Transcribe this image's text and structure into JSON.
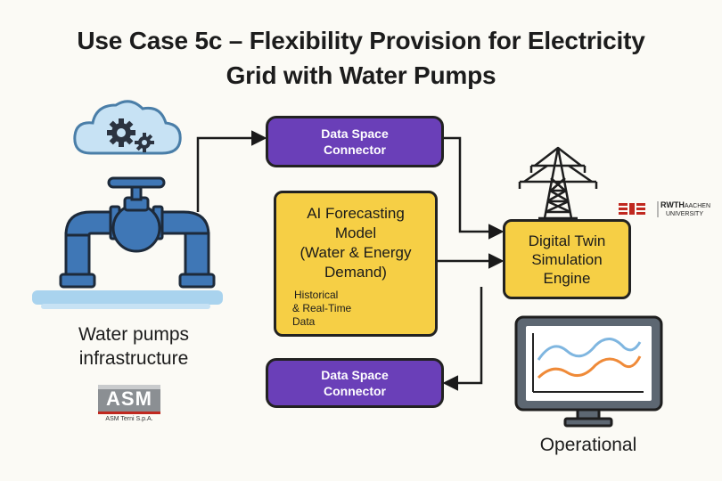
{
  "title_line1": "Use Case 5c – Flexibility Provision for Electricity",
  "title_line2": "Grid with Water Pumps",
  "connector_top": {
    "line1": "Data Space",
    "line2": "Connector"
  },
  "connector_bottom": {
    "line1": "Data Space",
    "line2": "Connector"
  },
  "ai_model": {
    "line1": "AI Forecasting",
    "line2": "Model",
    "line3": "(Water & Energy",
    "line4": "Demand)",
    "note1": "Historical",
    "note2": "& Real-Time",
    "note3": "Data"
  },
  "digital_twin": {
    "line1": "Digital Twin",
    "line2": "Simulation",
    "line3": "Engine"
  },
  "water_label": {
    "line1": "Water pumps",
    "line2": "infrastructure"
  },
  "operational_label": "Operational",
  "asm_logo": {
    "mark": "ASM",
    "caption": "ASM Terni S.p.A."
  },
  "rwth_logo": {
    "mark": "RWTH",
    "suffix": "AACHEN",
    "sub": "UNIVERSITY"
  },
  "colors": {
    "connector": "#6a3fb8",
    "module": "#f6cf45",
    "pipe": "#3f77b6",
    "water": "#a9d3ee",
    "chart_line_1": "#7fb6e0",
    "chart_line_2": "#ef8a38"
  }
}
